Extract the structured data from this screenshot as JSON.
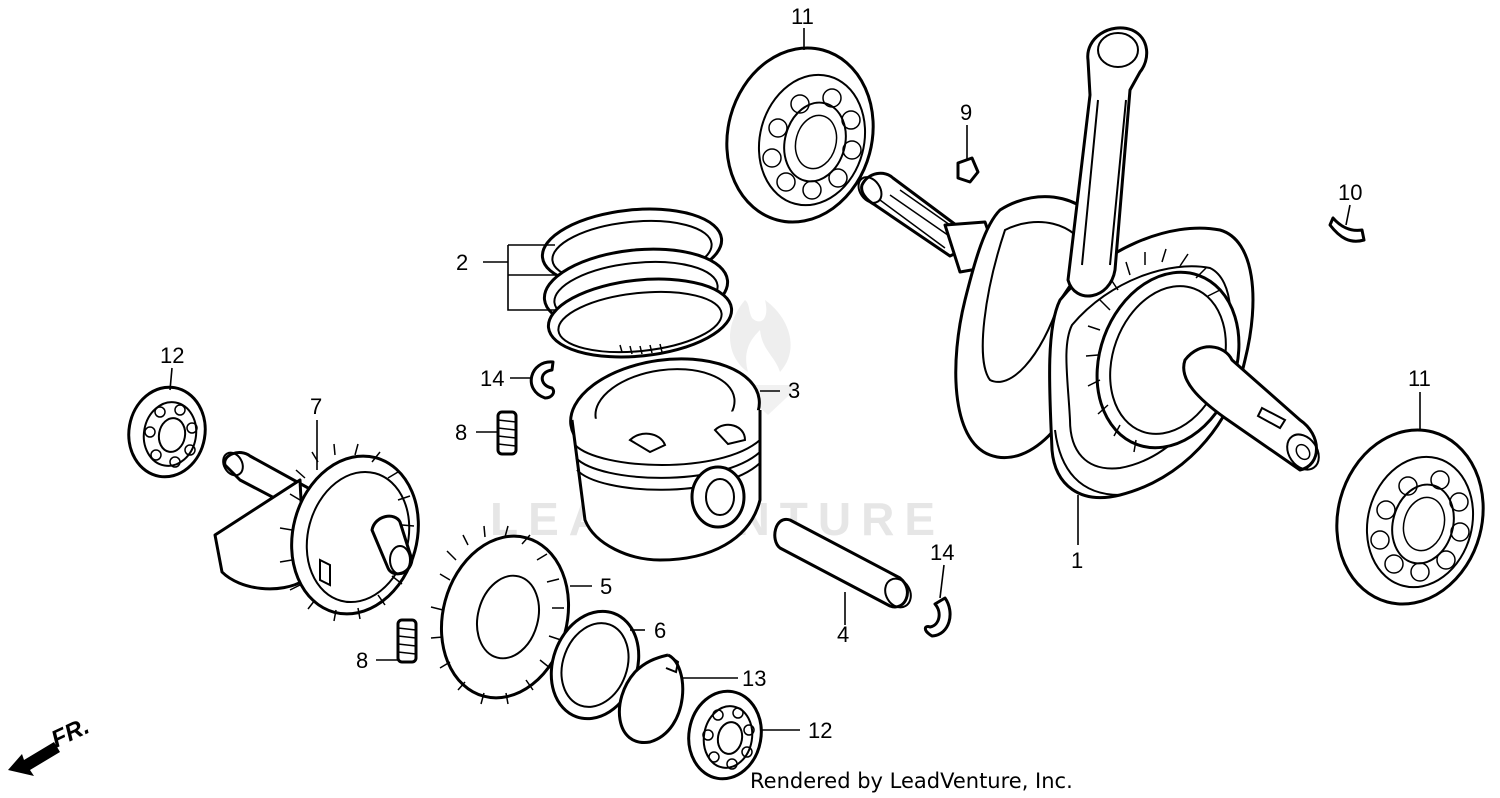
{
  "watermark": "LEADVENTURE",
  "credit": "Rendered by LeadVenture, Inc.",
  "direction_label": "FR.",
  "callouts": {
    "c1": "1",
    "c2": "2",
    "c3": "3",
    "c4": "4",
    "c5": "5",
    "c6": "6",
    "c7": "7",
    "c8a": "8",
    "c8b": "8",
    "c9": "9",
    "c10": "10",
    "c11a": "11",
    "c11b": "11",
    "c12a": "12",
    "c12b": "12",
    "c13": "13",
    "c14a": "14",
    "c14b": "14"
  },
  "icons": {
    "direction": "arrow-front-icon",
    "watermark_logo": "flame-logo-icon"
  },
  "colors": {
    "line": "#000000",
    "background": "#ffffff",
    "watermark": "#e6e6e6"
  }
}
